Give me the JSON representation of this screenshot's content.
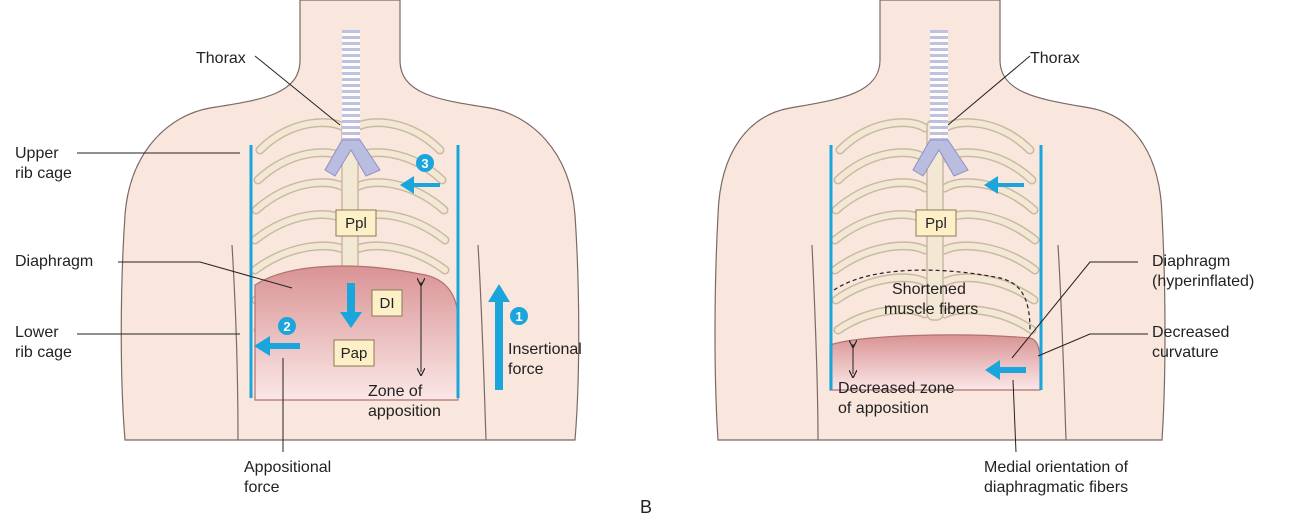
{
  "colors": {
    "skin": "#f9e6dd",
    "skin_outline": "#7a6a66",
    "rib": "#f3e8d4",
    "rib_outline": "#b9aa96",
    "trachea": "#b9bde0",
    "diaphragm_top": "#d99394",
    "diaphragm_bottom": "#fbe7e7",
    "rib_cage_line": "#1aa6dd",
    "arrow": "#1aa6dd",
    "label_box": "#fdf0c8",
    "leader": "#222222"
  },
  "icons": {
    "step_markers": "circled-number",
    "force_arrows": "arrow"
  },
  "panel_a": {
    "thorax": "Thorax",
    "upper_rib_cage": [
      "Upper",
      "rib cage"
    ],
    "diaphragm": "Diaphragm",
    "lower_rib_cage": [
      "Lower",
      "rib cage"
    ],
    "ppl": "Ppl",
    "di": "DI",
    "pap": "Pap",
    "zone_of_apposition": [
      "Zone of",
      "apposition"
    ],
    "insertional_force": [
      "Insertional",
      "force"
    ],
    "appositional_force": [
      "Appositional",
      "force"
    ],
    "marker_1": "1",
    "marker_2": "2",
    "marker_3": "3"
  },
  "panel_b": {
    "label": "B",
    "thorax": "Thorax",
    "ppl": "Ppl",
    "shortened_muscle_fibers": [
      "Shortened",
      "muscle fibers"
    ],
    "diaphragm_hyperinflated": [
      "Diaphragm",
      "(hyperinflated)"
    ],
    "decreased_curvature": [
      "Decreased",
      "curvature"
    ],
    "decreased_zone_of_apposition": [
      "Decreased zone",
      "of apposition"
    ],
    "medial_orientation": [
      "Medial orientation of",
      "diaphragmatic fibers"
    ]
  }
}
